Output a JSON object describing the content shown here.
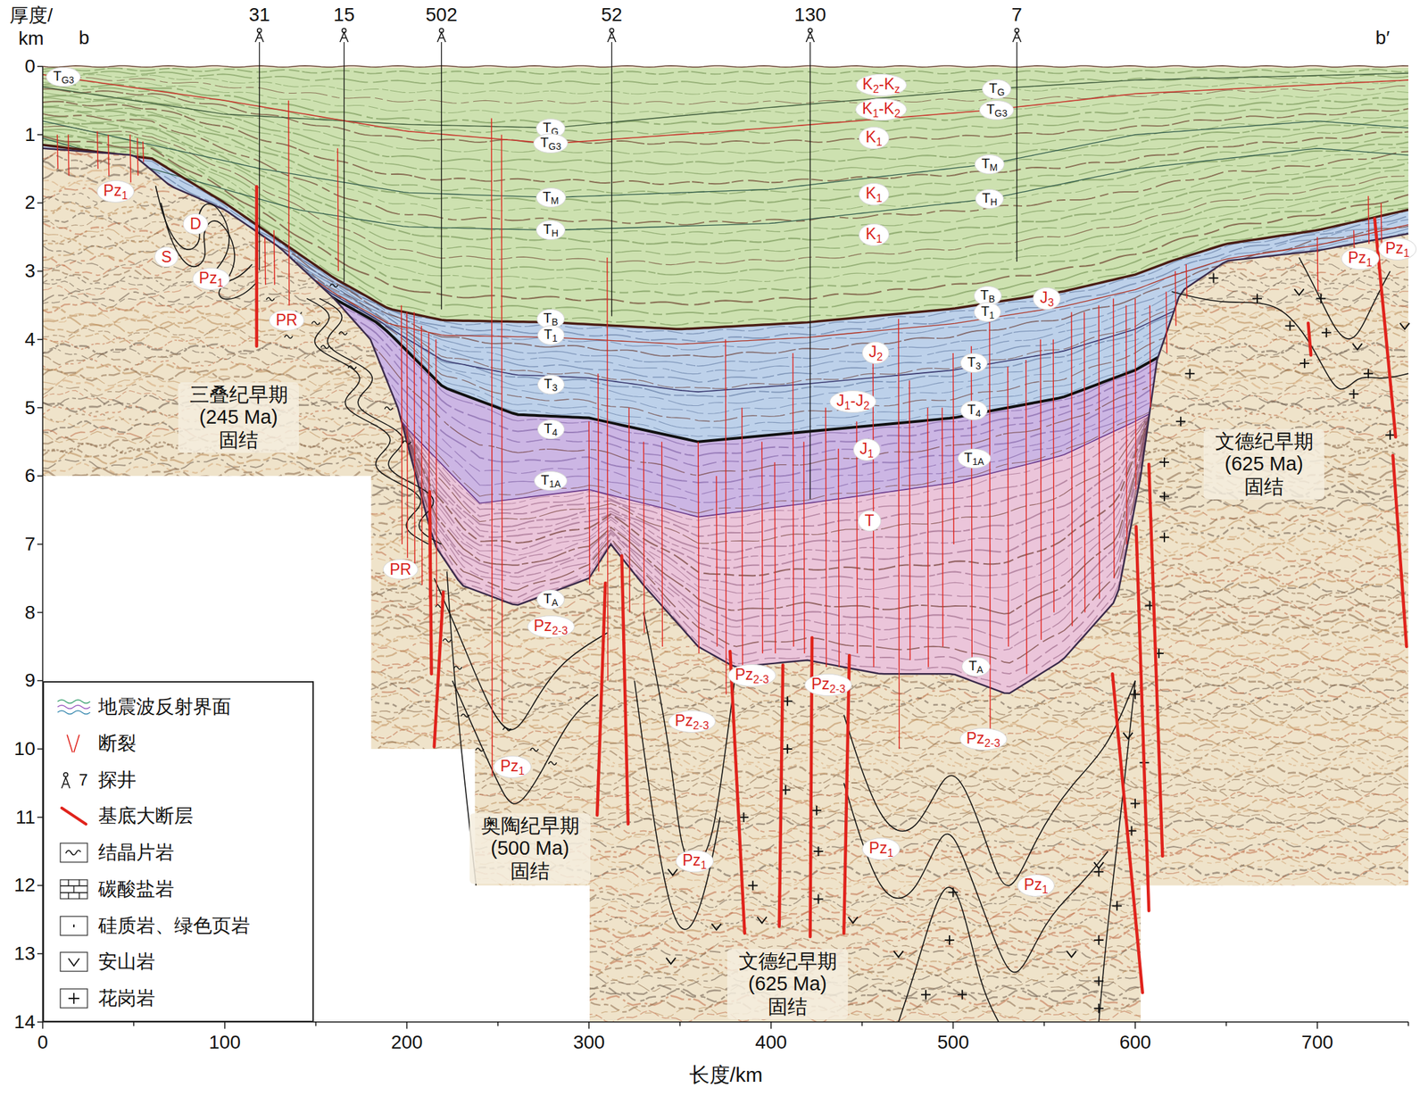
{
  "diagram": {
    "nodes": [
      {
        "text": [
          "TG3"
        ]
      },
      {
        "text": [
          "K2-Kz"
        ]
      },
      {
        "text": [
          "TG"
        ]
      },
      {
        "text": [
          "K1-K2"
        ]
      },
      {
        "text": [
          "TG3"
        ]
      },
      {
        "text": [
          "TG"
        ]
      },
      {
        "text": [
          "K1"
        ]
      },
      {
        "text": [
          "TG3"
        ]
      },
      {
        "text": [
          "TM"
        ]
      },
      {
        "text": [
          "Pz1"
        ]
      },
      {
        "text": [
          "K1"
        ]
      },
      {
        "text": [
          "TM"
        ]
      },
      {
        "text": [
          "TH"
        ]
      },
      {
        "text": [
          "D"
        ]
      },
      {
        "text": [
          "TH"
        ]
      },
      {
        "text": [
          "K1"
        ]
      },
      {
        "text": [
          "Pz1"
        ]
      },
      {
        "text": [
          "Pz1"
        ]
      },
      {
        "text": [
          "S"
        ]
      },
      {
        "text": [
          "Pz1"
        ]
      },
      {
        "text": [
          "TB"
        ]
      },
      {
        "text": [
          "J3"
        ]
      },
      {
        "text": [
          "T1"
        ]
      },
      {
        "text": [
          "TB"
        ]
      },
      {
        "text": [
          "PR"
        ]
      },
      {
        "text": [
          "T1"
        ]
      },
      {
        "text": [
          "J2"
        ]
      },
      {
        "text": [
          "T3"
        ]
      },
      {
        "text": [
          "T3"
        ]
      },
      {
        "text": [
          "J1-J2"
        ]
      },
      {
        "text": [
          "T4"
        ]
      },
      {
        "text": [
          "T4"
        ]
      },
      {
        "text": [
          "J1"
        ]
      },
      {
        "text": [
          "T1A"
        ]
      },
      {
        "text": [
          "T1A"
        ]
      },
      {
        "text": [
          "T"
        ]
      },
      {
        "text": [
          "PR"
        ]
      },
      {
        "text": [
          "TA"
        ]
      },
      {
        "text": [
          "Pz2-3"
        ]
      },
      {
        "text": [
          "TA"
        ]
      },
      {
        "text": [
          "Pz2-3"
        ]
      },
      {
        "text": [
          "Pz2-3"
        ]
      },
      {
        "text": [
          "Pz2-3"
        ]
      },
      {
        "text": [
          "Pz2-3"
        ]
      },
      {
        "text": [
          "Pz1"
        ]
      },
      {
        "text": [
          "Pz1"
        ]
      },
      {
        "text": [
          "Pz1"
        ]
      },
      {
        "text": [
          "Pz1"
        ]
      }
    ],
    "labels": [
      "厚度/ km",
      "b",
      "b′",
      "31",
      "15",
      "502",
      "52",
      "130",
      "7",
      "0",
      "1",
      "2",
      "3",
      "4",
      "5",
      "6",
      "7",
      "8",
      "9",
      "10",
      "11",
      "12",
      "13",
      "14",
      "0",
      "100",
      "200",
      "300",
      "400",
      "500",
      "600",
      "700",
      "长度/km",
      "三叠纪早期 (245 Ma) 固结",
      "奥陶纪早期 (500 Ma) 固结",
      "文德纪早期 (625 Ma) 固结",
      "文德纪早期 (625 Ma) 固结",
      "7"
    ],
    "legend": [
      {
        "text": "地震波反射界面"
      },
      {
        "text": "断裂"
      },
      {
        "text": "探井"
      },
      {
        "text": "基底大断层"
      },
      {
        "text": "结晶片岩"
      },
      {
        "text": "碳酸盐岩"
      },
      {
        "text": "硅质岩、绿色页岩"
      },
      {
        "text": "安山岩"
      },
      {
        "text": "花岗岩"
      }
    ]
  }
}
